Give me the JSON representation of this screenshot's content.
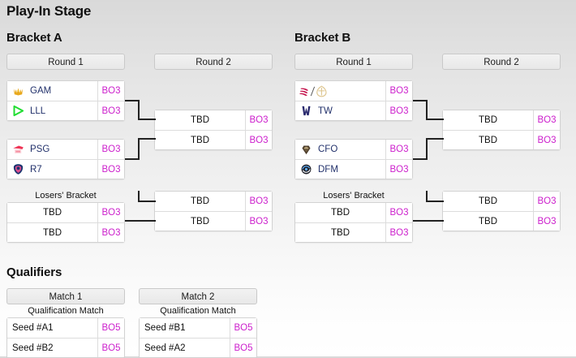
{
  "page": {
    "title": "Play-In Stage"
  },
  "colors": {
    "bo_text": "#cc1fcc",
    "team_text": "#22316b",
    "heading": "#101010"
  },
  "brackets": [
    {
      "id": "A",
      "title": "Bracket A",
      "rounds": [
        {
          "label": "Round 1"
        },
        {
          "label": "Round 2"
        }
      ],
      "losers_label": "Losers' Bracket",
      "round1": [
        {
          "rows": [
            {
              "team": "GAM",
              "logo": "gam-logo-icon",
              "format": "BO3"
            },
            {
              "team": "LLL",
              "logo": "lll-logo-icon",
              "format": "BO3"
            }
          ]
        },
        {
          "rows": [
            {
              "team": "PSG",
              "logo": "psg-logo-icon",
              "format": "BO3"
            },
            {
              "team": "R7",
              "logo": "r7-logo-icon",
              "format": "BO3"
            }
          ]
        },
        {
          "rows": [
            {
              "team": "TBD",
              "logo": "",
              "format": "BO3"
            },
            {
              "team": "TBD",
              "logo": "",
              "format": "BO3"
            }
          ]
        }
      ],
      "round2": [
        {
          "rows": [
            {
              "team": "TBD",
              "logo": "",
              "format": "BO3"
            },
            {
              "team": "TBD",
              "logo": "",
              "format": "BO3"
            }
          ]
        },
        {
          "rows": [
            {
              "team": "TBD",
              "logo": "",
              "format": "BO3"
            },
            {
              "team": "TBD",
              "logo": "",
              "format": "BO3"
            }
          ]
        }
      ]
    },
    {
      "id": "B",
      "title": "Bracket B",
      "rounds": [
        {
          "label": "Round 1"
        },
        {
          "label": "Round 2"
        }
      ],
      "losers_label": "Losers' Bracket",
      "round1": [
        {
          "rows": [
            {
              "team": "",
              "logo": "dual-logo-icon",
              "format": "BO3"
            },
            {
              "team": "TW",
              "logo": "tw-logo-icon",
              "format": "BO3"
            }
          ]
        },
        {
          "rows": [
            {
              "team": "CFO",
              "logo": "cfo-logo-icon",
              "format": "BO3"
            },
            {
              "team": "DFM",
              "logo": "dfm-logo-icon",
              "format": "BO3"
            }
          ]
        },
        {
          "rows": [
            {
              "team": "TBD",
              "logo": "",
              "format": "BO3"
            },
            {
              "team": "TBD",
              "logo": "",
              "format": "BO3"
            }
          ]
        }
      ],
      "round2": [
        {
          "rows": [
            {
              "team": "TBD",
              "logo": "",
              "format": "BO3"
            },
            {
              "team": "TBD",
              "logo": "",
              "format": "BO3"
            }
          ]
        },
        {
          "rows": [
            {
              "team": "TBD",
              "logo": "",
              "format": "BO3"
            },
            {
              "team": "TBD",
              "logo": "",
              "format": "BO3"
            }
          ]
        }
      ]
    }
  ],
  "qualifiers": {
    "title": "Qualifiers",
    "matches": [
      {
        "header": "Match 1",
        "sublabel": "Qualification Match",
        "rows": [
          {
            "team": "Seed #A1",
            "format": "BO5"
          },
          {
            "team": "Seed #B2",
            "format": "BO5"
          }
        ]
      },
      {
        "header": "Match 2",
        "sublabel": "Qualification Match",
        "rows": [
          {
            "team": "Seed #B1",
            "format": "BO5"
          },
          {
            "team": "Seed #A2",
            "format": "BO5"
          }
        ]
      }
    ]
  }
}
